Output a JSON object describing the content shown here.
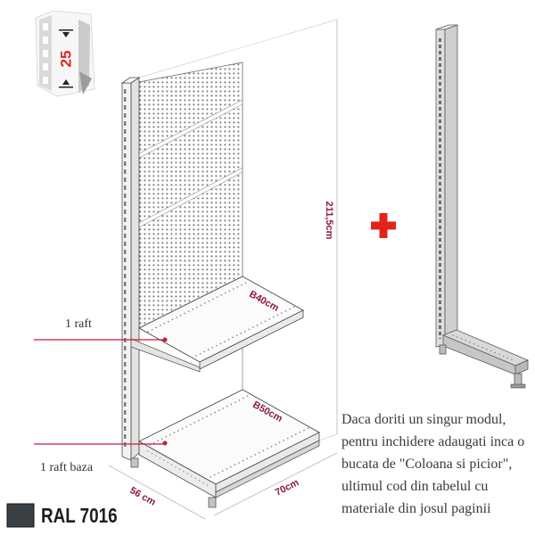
{
  "badge": {
    "pitch_label": "25"
  },
  "shelf_unit": {
    "height_label": "211,5cm",
    "upper_shelf_label": "B40cm",
    "lower_shelf_label": "B50cm",
    "width_label": "70cm",
    "depth_label": "56 cm"
  },
  "callouts": [
    {
      "label": "1 raft"
    },
    {
      "label": "1 raft baza"
    }
  ],
  "plus_icon": "plus-icon",
  "note": {
    "lines": [
      "Daca doriti un singur modul,",
      "pentru inchidere adaugati inca o",
      "bucata de \"Coloana si picior\",",
      "ultimul cod din tabelul cu",
      "materiale din josul paginii"
    ]
  },
  "color_swatch": {
    "label": "RAL 7016",
    "color": "#3B4045"
  },
  "colors": {
    "accent_red": "#E2231A",
    "callout": "#C41E3A",
    "dimension_text": "#8B1A3A"
  }
}
